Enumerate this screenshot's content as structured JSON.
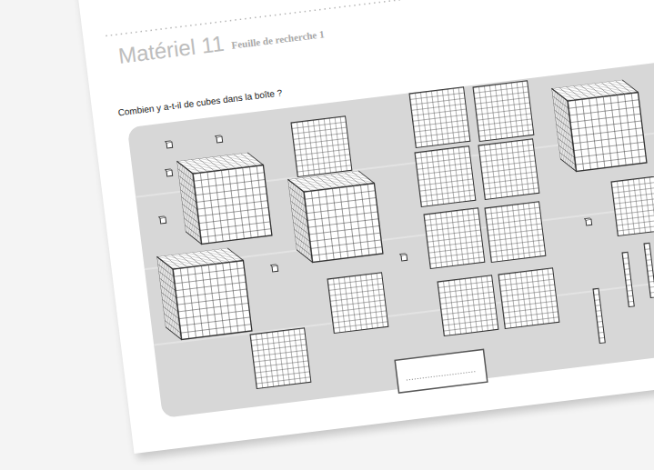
{
  "diagram": {
    "title": "Matériel 11",
    "labels": [
      "Feuille de recherche 1",
      "Combien y a-t-il de cubes dans la boîte ?"
    ]
  }
}
